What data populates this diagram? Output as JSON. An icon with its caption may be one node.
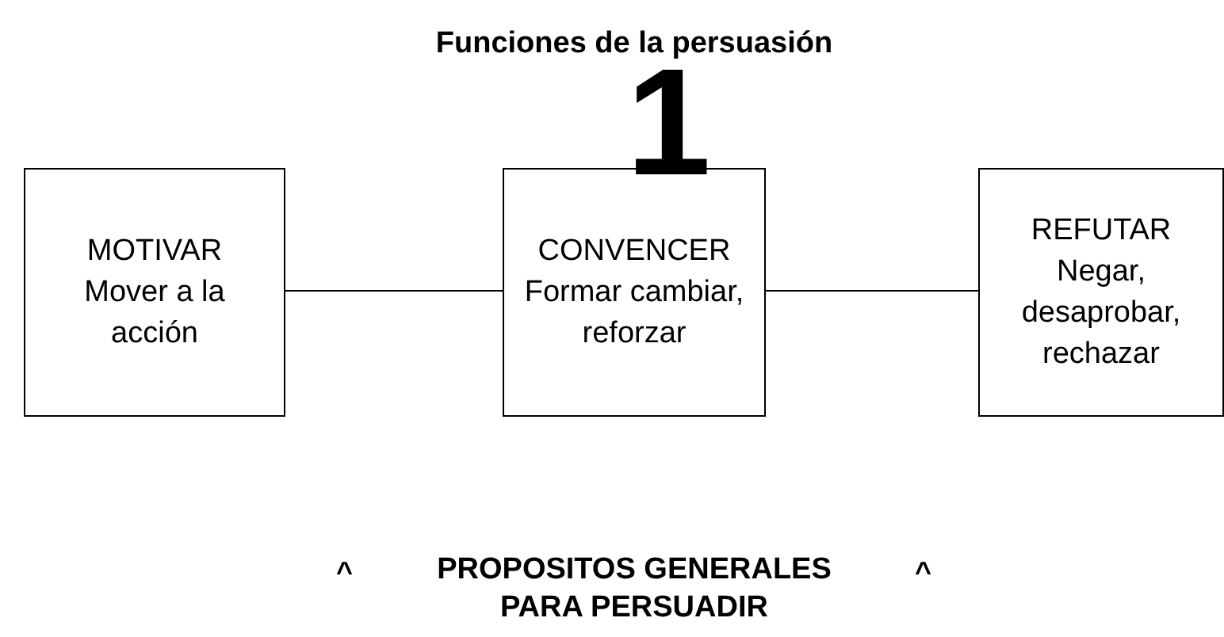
{
  "diagram": {
    "title": "Funciones de la persuasión",
    "nodes": [
      {
        "text": [
          "MOTIVAR",
          "Mover a la acción"
        ]
      },
      {
        "text": [
          "CONVENCER",
          "Formar cambiar, reforzar"
        ]
      },
      {
        "text": [
          "REFUTAR",
          "Negar, desaprobar, rechazar"
        ]
      }
    ],
    "edges": [
      {
        "from": 0,
        "to": 1,
        "arrow": "none"
      },
      {
        "from": 1,
        "to": 2,
        "arrow": "none"
      }
    ],
    "labels": [
      "1",
      "^",
      "PROPOSITOS GENERALES PARA PERSUADIR",
      "^"
    ]
  }
}
